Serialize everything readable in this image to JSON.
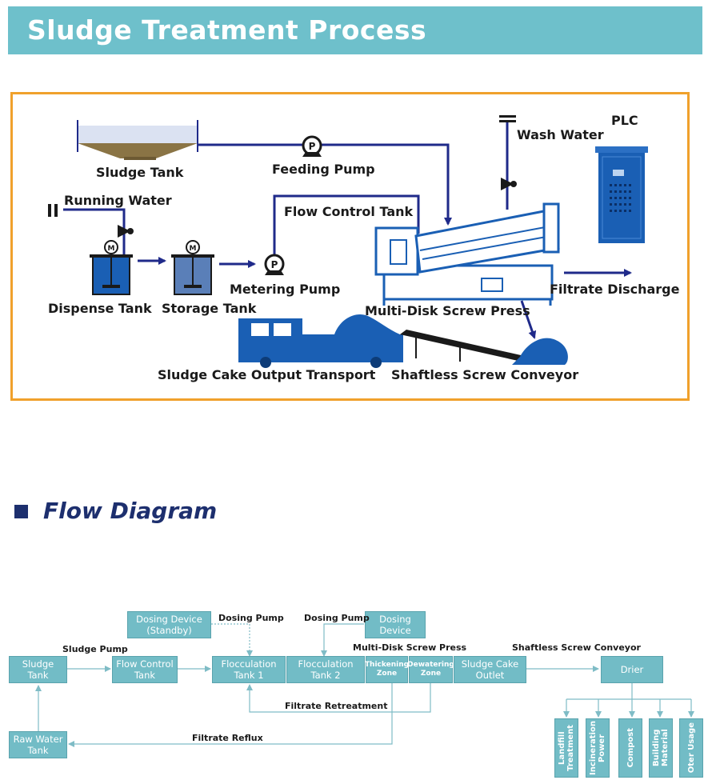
{
  "header": {
    "title": "Sludge Treatment Process"
  },
  "process": {
    "sludge_tank": "Sludge Tank",
    "feeding_pump": "Feeding Pump",
    "running_water": "Running Water",
    "flow_control_tank": "Flow Control Tank",
    "wash_water": "Wash Water",
    "plc": "PLC",
    "dispense_tank": "Dispense Tank",
    "storage_tank": "Storage Tank",
    "metering_pump": "Metering Pump",
    "multi_disk_screw_press": "Multi-Disk Screw Press",
    "filtrate_discharge": "Filtrate Discharge",
    "sludge_cake_output_transport": "Sludge Cake Output Transport",
    "shaftless_screw_conveyor": "Shaftless Screw Conveyor",
    "pump_symbol": "P",
    "motor_symbol": "M"
  },
  "flow": {
    "heading": "Flow Diagram",
    "nodes": {
      "sludge_tank": [
        "Sludge",
        "Tank"
      ],
      "flow_control_tank": [
        "Flow Control",
        "Tank"
      ],
      "flocculation_tank_1": [
        "Flocculation",
        "Tank 1"
      ],
      "flocculation_tank_2": [
        "Flocculation",
        "Tank 2"
      ],
      "thickening_zone": [
        "Thickening",
        "Zone"
      ],
      "dewatering_zone": [
        "Dewatering",
        "Zone"
      ],
      "sludge_cake_outlet": [
        "Sludge Cake",
        "Outlet"
      ],
      "drier": "Drier",
      "dosing_device_standby": [
        "Dosing Device",
        "(Standby)"
      ],
      "dosing_device": [
        "Dosing",
        "Device"
      ],
      "raw_water_tank": [
        "Raw Water",
        "Tank"
      ],
      "landfill_treatment": "Landfill Treatment",
      "incineration_power": "Incineration Power",
      "compost": "Compost",
      "building_material": "Building Material",
      "oter_usage": "Oter Usage"
    },
    "labels": {
      "sludge_pump": "Sludge Pump",
      "dosing_pump_1": "Dosing Pump",
      "dosing_pump_2": "Dosing Pump",
      "multi_disk_screw_press": "Multi-Disk Screw Press",
      "shaftless_screw_conveyor": "Shaftless Screw Conveyor",
      "filtrate_retreatment": "Filtrate Retreatment",
      "filtrate_reflux": "Filtrate Reflux"
    }
  },
  "colors": {
    "banner": "#6ec0cb",
    "frame": "#f0a12c",
    "pipe": "#1f2a8a",
    "equipment": "#1a5fb4",
    "flow_box": "#72bcc6",
    "heading": "#1d2f6e"
  }
}
